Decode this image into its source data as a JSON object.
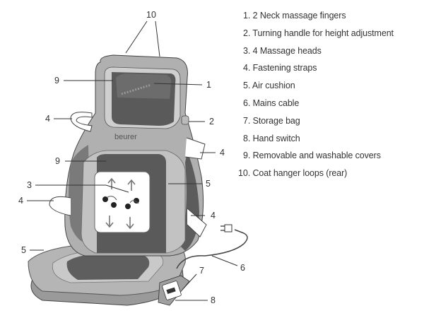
{
  "diagram": {
    "subject": "Shiatsu massage seat cover",
    "brand_label": "beurer",
    "legend": [
      {
        "number": "1.",
        "label": "2 Neck massage fingers"
      },
      {
        "number": "2.",
        "label": "Turning handle for height adjustment"
      },
      {
        "number": "3.",
        "label": "4 Massage heads"
      },
      {
        "number": "4.",
        "label": "Fastening straps"
      },
      {
        "number": "5.",
        "label": "Air cushion"
      },
      {
        "number": "6.",
        "label": "Mains cable"
      },
      {
        "number": "7.",
        "label": "Storage bag"
      },
      {
        "number": "8.",
        "label": "Hand switch"
      },
      {
        "number": "9.",
        "label": "Removable and washable covers"
      },
      {
        "number": "10.",
        "label": "Coat hanger loops (rear)"
      }
    ],
    "callouts": {
      "c10": "10",
      "c9_top": "9",
      "c1": "1",
      "c4_left_top": "4",
      "c2": "2",
      "c4_right_top": "4",
      "c9_mid": "9",
      "c3": "3",
      "c5_right": "5",
      "c4_left_bottom": "4",
      "c4_right_bottom": "4",
      "c5_left": "5",
      "c6": "6",
      "c7": "7",
      "c8": "8"
    },
    "colors": {
      "shell": "#b3b3b3",
      "shell_light": "#c8c8c8",
      "dark_cover": "#5a5a5a",
      "mid_cover": "#8a8a8a",
      "panel": "#ffffff",
      "line": "#333333"
    }
  }
}
